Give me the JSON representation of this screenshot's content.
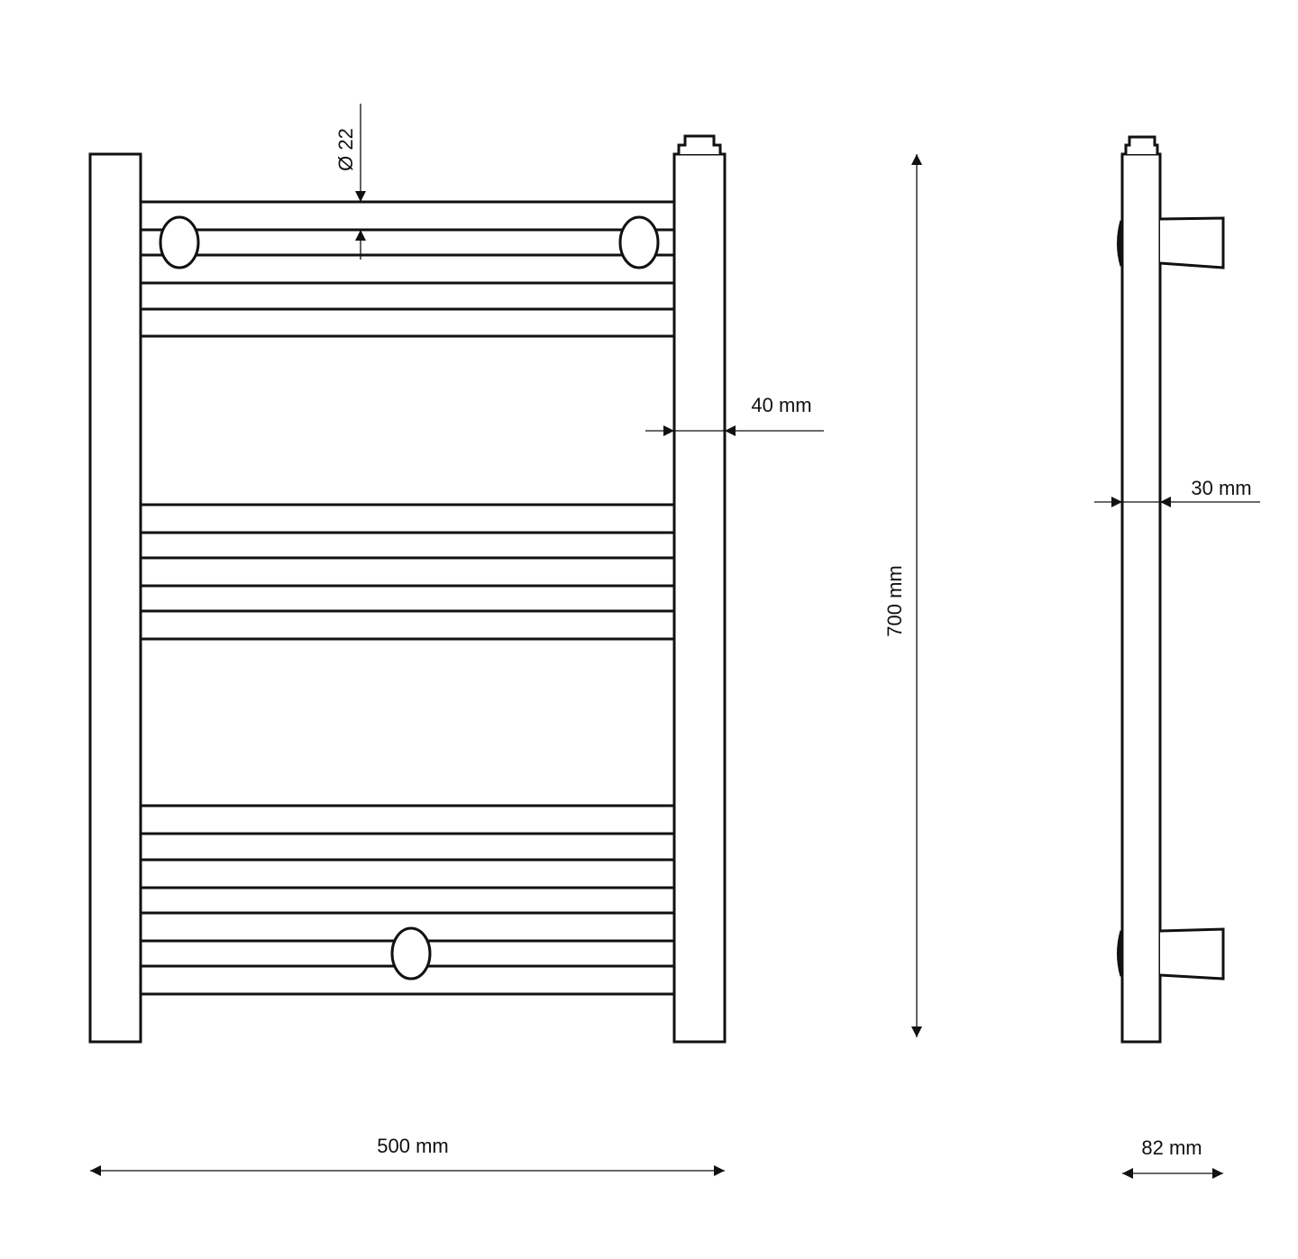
{
  "title": "Towel radiator dimension drawing",
  "dimensions": {
    "pipe_diameter": "Ø 22",
    "column_width": "40 mm",
    "side_column_depth": "30 mm",
    "height": "700 mm",
    "width": "500 mm",
    "total_depth": "82 mm"
  },
  "colors": {
    "line": "#111111",
    "background": "#ffffff"
  }
}
